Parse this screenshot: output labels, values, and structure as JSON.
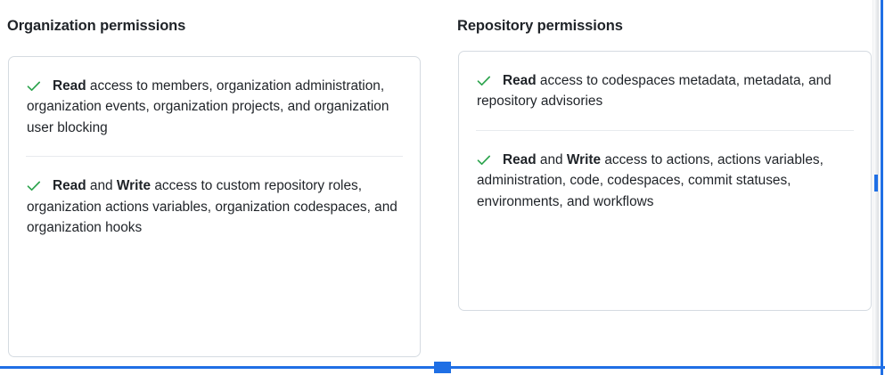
{
  "columns": [
    {
      "heading": "Organization permissions",
      "rows": [
        {
          "icon": "check-icon",
          "segments": [
            {
              "text": "Read",
              "bold": true
            },
            {
              "text": " access to members, organization administration, organization events, organization projects, and organization user blocking",
              "bold": false
            }
          ]
        },
        {
          "icon": "check-icon",
          "segments": [
            {
              "text": "Read",
              "bold": true
            },
            {
              "text": " and ",
              "bold": false
            },
            {
              "text": "Write",
              "bold": true
            },
            {
              "text": " access to custom repository roles, organization actions variables, organization codespaces, and organization hooks",
              "bold": false
            }
          ]
        }
      ]
    },
    {
      "heading": "Repository permissions",
      "rows": [
        {
          "icon": "check-icon",
          "segments": [
            {
              "text": "Read",
              "bold": true
            },
            {
              "text": " access to codespaces metadata, metadata, and repository advisories",
              "bold": false
            }
          ]
        },
        {
          "icon": "check-icon",
          "segments": [
            {
              "text": "Read",
              "bold": true
            },
            {
              "text": " and ",
              "bold": false
            },
            {
              "text": "Write",
              "bold": true
            },
            {
              "text": " access to actions, actions variables, administration, code, codespaces, commit statuses, environments, and workflows",
              "bold": false
            }
          ]
        }
      ]
    }
  ],
  "colors": {
    "check_green": "#2da44e",
    "selection_blue": "#1f6fe5",
    "card_border": "#d5dbe1",
    "divider": "#e8ebee",
    "text": "#1f2328"
  },
  "overlays": {
    "selection_vertical_line": "selection-vertical-line",
    "selection_horizontal_line": "selection-horizontal-line",
    "selection_handle": "selection-resize-handle",
    "selection_vertical_tick": "selection-vertical-tick",
    "panel_edge": "adjacent-panel-edge"
  }
}
